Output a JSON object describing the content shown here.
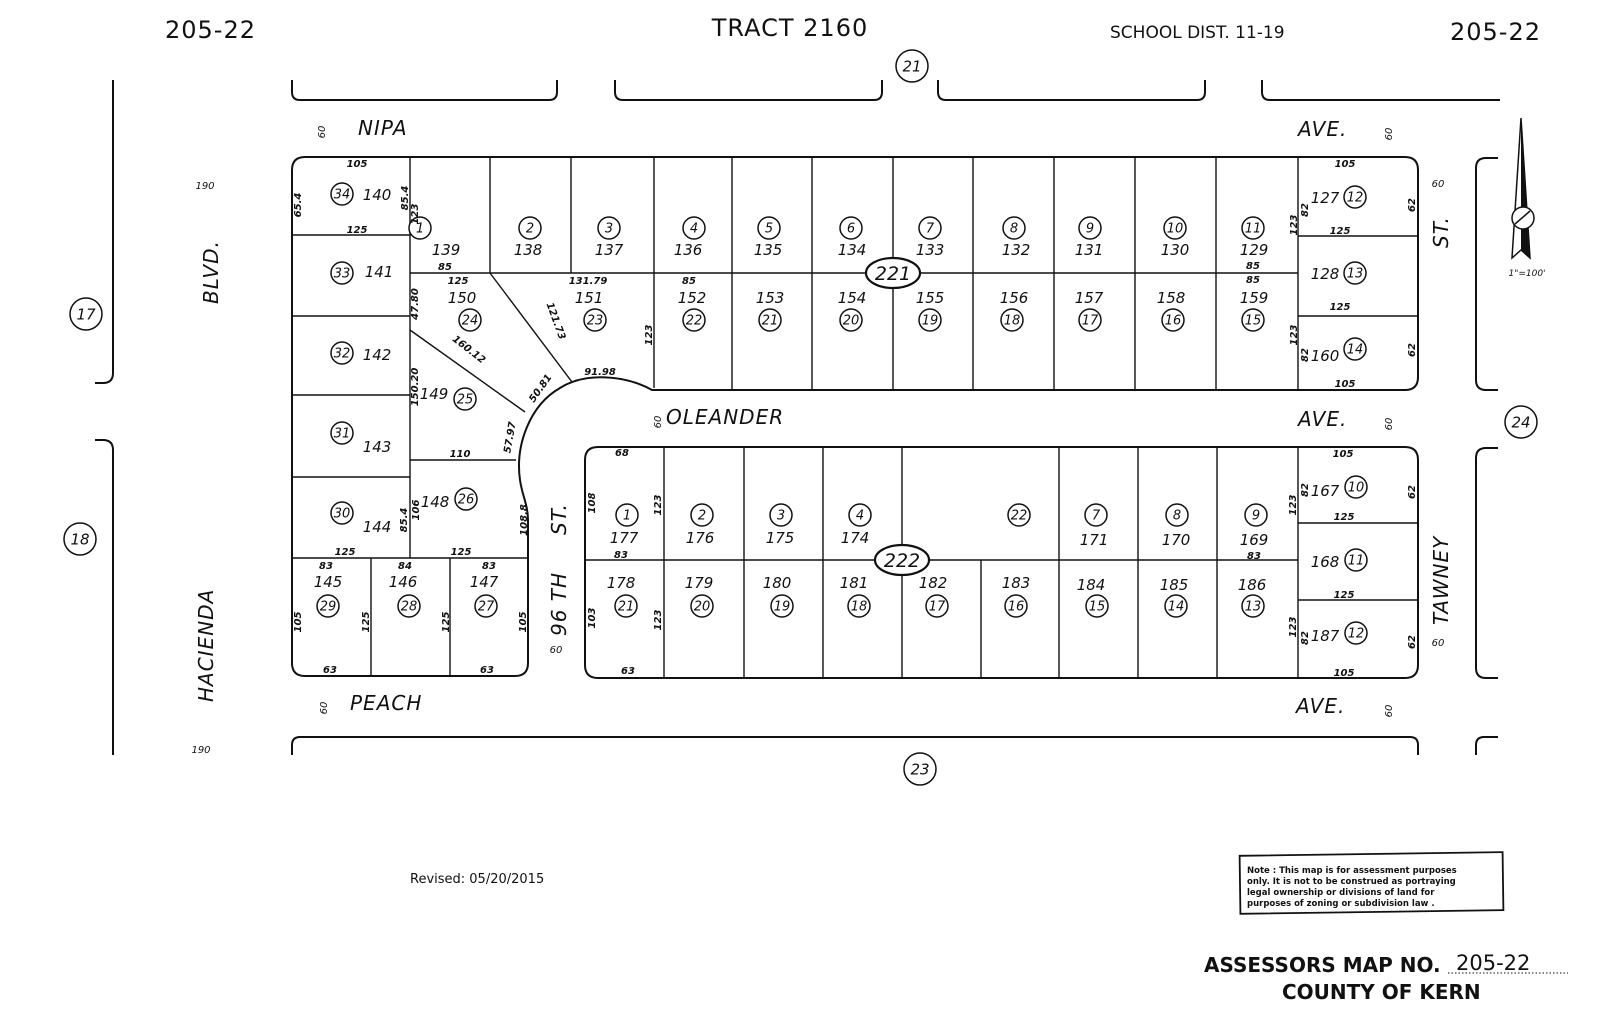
{
  "header": {
    "map_left": "205-22",
    "map_right": "205-22",
    "tract": "TRACT 2160",
    "school_dist": "SCHOOL DIST.  11-19"
  },
  "streets": {
    "nipa": "NIPA",
    "nipa_ave": "AVE.",
    "oleander": "OLEANDER",
    "oleander_ave": "AVE.",
    "peach": "PEACH",
    "peach_ave": "AVE.",
    "blvd": "BLVD.",
    "hacienda": "HACIENDA",
    "st_top": "ST.",
    "tawney": "TAWNEY",
    "st_96": "96 TH",
    "st_96_st": "ST."
  },
  "street_widths": [
    "60",
    "60",
    "60",
    "60",
    "60",
    "60",
    "60",
    "60",
    "60",
    "190",
    "190"
  ],
  "adjacent_maps": [
    "21",
    "17",
    "18",
    "24",
    "23"
  ],
  "blocks": [
    "221",
    "222"
  ],
  "parcels_221": [
    {
      "lot": "34",
      "apn": "140"
    },
    {
      "lot": "1",
      "apn": "139"
    },
    {
      "lot": "2",
      "apn": "138"
    },
    {
      "lot": "3",
      "apn": "137"
    },
    {
      "lot": "4",
      "apn": "136"
    },
    {
      "lot": "5",
      "apn": "135"
    },
    {
      "lot": "6",
      "apn": "134"
    },
    {
      "lot": "7",
      "apn": "133"
    },
    {
      "lot": "8",
      "apn": "132"
    },
    {
      "lot": "9",
      "apn": "131"
    },
    {
      "lot": "10",
      "apn": "130"
    },
    {
      "lot": "11",
      "apn": "129"
    },
    {
      "lot": "12",
      "apn": "127"
    },
    {
      "lot": "33",
      "apn": "141"
    },
    {
      "lot": "24",
      "apn": "150"
    },
    {
      "lot": "23",
      "apn": "151"
    },
    {
      "lot": "22",
      "apn": "152"
    },
    {
      "lot": "21",
      "apn": "153"
    },
    {
      "lot": "20",
      "apn": "154"
    },
    {
      "lot": "19",
      "apn": "155"
    },
    {
      "lot": "18",
      "apn": "156"
    },
    {
      "lot": "17",
      "apn": "157"
    },
    {
      "lot": "16",
      "apn": "158"
    },
    {
      "lot": "15",
      "apn": "159"
    },
    {
      "lot": "13",
      "apn": "128"
    },
    {
      "lot": "32",
      "apn": "142"
    },
    {
      "lot": "25",
      "apn": "149"
    },
    {
      "lot": "14",
      "apn": "160"
    },
    {
      "lot": "31",
      "apn": "143"
    },
    {
      "lot": "26",
      "apn": "148"
    },
    {
      "lot": "30",
      "apn": "144"
    },
    {
      "lot": "29",
      "apn": "145"
    },
    {
      "lot": "28",
      "apn": "146"
    },
    {
      "lot": "27",
      "apn": "147"
    }
  ],
  "parcels_222": [
    {
      "lot": "1",
      "apn": "177"
    },
    {
      "lot": "2",
      "apn": "176"
    },
    {
      "lot": "3",
      "apn": "175"
    },
    {
      "lot": "4",
      "apn": "174"
    },
    {
      "lot": "22",
      "apn": ""
    },
    {
      "lot": "7",
      "apn": "171"
    },
    {
      "lot": "8",
      "apn": "170"
    },
    {
      "lot": "9",
      "apn": "169"
    },
    {
      "lot": "10",
      "apn": "167"
    },
    {
      "lot": "11",
      "apn": "168"
    },
    {
      "lot": "12",
      "apn": "187"
    },
    {
      "lot": "21",
      "apn": "178"
    },
    {
      "lot": "20",
      "apn": "179"
    },
    {
      "lot": "19",
      "apn": "180"
    },
    {
      "lot": "18",
      "apn": "181"
    },
    {
      "lot": "17",
      "apn": "182"
    },
    {
      "lot": "16",
      "apn": "183"
    },
    {
      "lot": "15",
      "apn": "184"
    },
    {
      "lot": "14",
      "apn": "185"
    },
    {
      "lot": "13",
      "apn": "186"
    }
  ],
  "dims": [
    "105",
    "125",
    "65.4",
    "85.4",
    "123",
    "85",
    "125",
    "131.79",
    "85",
    "121.73",
    "47.80",
    "160.12",
    "50.81",
    "91.98",
    "123",
    "150.20",
    "110",
    "57.97",
    "85.4",
    "106",
    "108.8",
    "125",
    "83",
    "84",
    "125",
    "83",
    "105",
    "125",
    "125",
    "105",
    "63",
    "63",
    "68",
    "108",
    "123",
    "83",
    "103",
    "123",
    "63",
    "85",
    "85",
    "105",
    "62",
    "82",
    "123",
    "125",
    "125",
    "123",
    "82",
    "62",
    "105",
    "105",
    "82",
    "123",
    "125",
    "62",
    "83",
    "125",
    "123",
    "82",
    "62",
    "105"
  ],
  "scale": "1\"=100'",
  "revised": "Revised:  05/20/2015",
  "note": [
    "Note : This map is for assessment purposes",
    "only. It is not to be construed as portraying",
    "legal ownership or divisions of land for",
    "purposes of zoning or subdivision law ."
  ],
  "footer": {
    "map_no_label": "ASSESSORS MAP NO.",
    "map_no": "205-22",
    "county": "COUNTY OF KERN"
  }
}
